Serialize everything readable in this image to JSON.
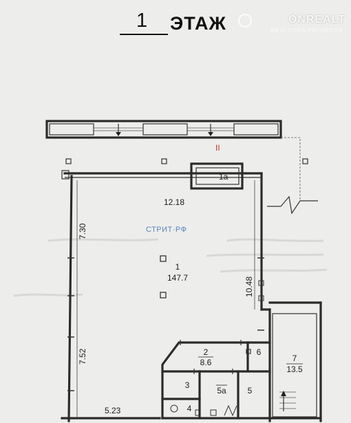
{
  "header": {
    "floor_number": "1",
    "floor_word": "ЭТАЖ"
  },
  "brand": {
    "name": "ONREALT",
    "subline": "REALTORS PROJECTS"
  },
  "watermark": "СТРИТ·РФ",
  "section_mark": "II",
  "rooms": {
    "r1": {
      "number": "1",
      "area": "147.7"
    },
    "r1a": {
      "number": "1а"
    },
    "r2": {
      "number": "2",
      "area": "8.6"
    },
    "r3": {
      "number": "3"
    },
    "r4": {
      "number": "4"
    },
    "r5a": {
      "number": "5а"
    },
    "r5": {
      "number": "5"
    },
    "r6": {
      "number": "6"
    },
    "r7": {
      "number": "7",
      "area": "13.5"
    }
  },
  "dimensions": {
    "top_width": "12.18",
    "left_upper": "7.30",
    "left_lower": "7.52",
    "right_height": "10.48",
    "bottom_left": "5.23"
  },
  "colors": {
    "background": "#ededeb",
    "wall": "#2b2b2b",
    "section_mark": "#c0392b",
    "watermark": "#5a83bd"
  }
}
